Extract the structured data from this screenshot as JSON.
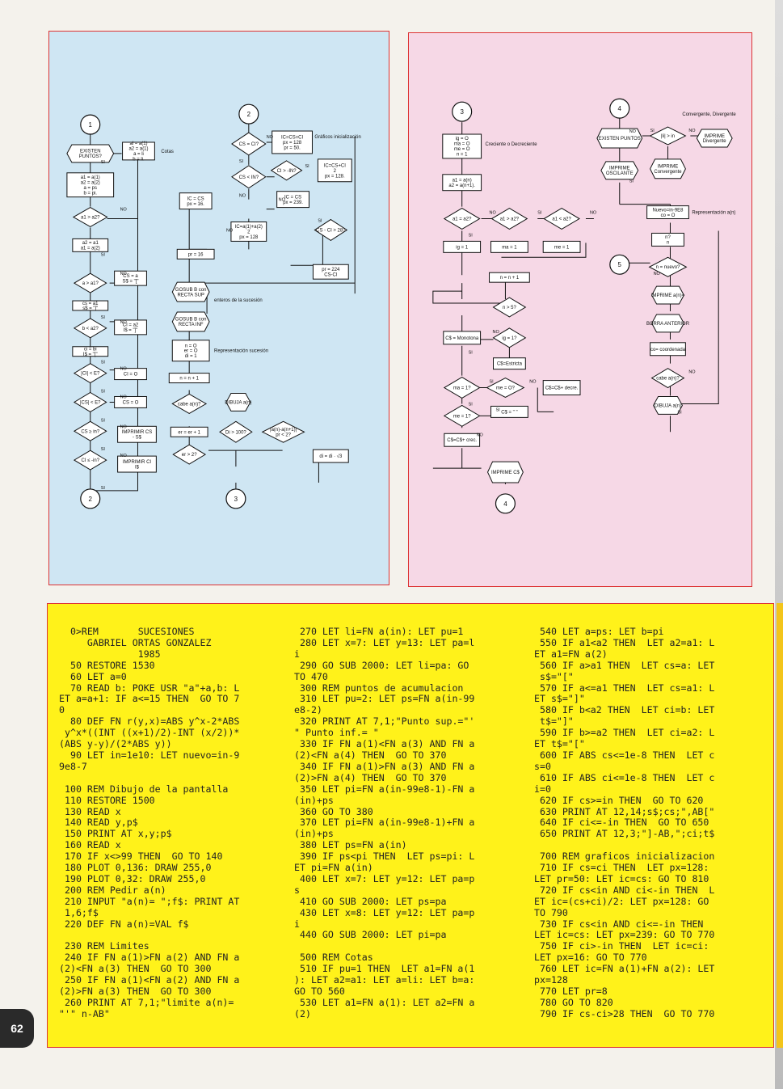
{
  "page_number": "62",
  "flowchart_left": {
    "connectors": [
      "1",
      "2",
      "2",
      "3"
    ],
    "nodes": [
      {
        "t": "EXISTEN PUNTOS?"
      },
      {
        "t": "al = a(1); a2 = a(1); a = li; b = li."
      },
      {
        "t": "Cotas"
      },
      {
        "t": "a1 = a(1); a2 = a(2); a = ps; b = pi."
      },
      {
        "t": "a1 > a2?"
      },
      {
        "t": "a2 = a1; a1 = a(2)"
      },
      {
        "t": "a > a1?"
      },
      {
        "t": "CS = a; S$ = \"[\""
      },
      {
        "t": "cs = a1; s$ = \"]\""
      },
      {
        "t": "b < a2?"
      },
      {
        "t": "CI = a2; I$ = \"]\""
      },
      {
        "t": "ci = bi; I$ = \"[\""
      },
      {
        "t": "|CI| < E?"
      },
      {
        "t": "CI = O"
      },
      {
        "t": "|CS| < E?"
      },
      {
        "t": "CS = O"
      },
      {
        "t": "CS ≥ in?"
      },
      {
        "t": "IMPRIMIR CS - S$"
      },
      {
        "t": "CI ≤ -in?"
      },
      {
        "t": "IMPRIMIR CI; I$"
      },
      {
        "t": "CS = CI?"
      },
      {
        "t": "IC=CS=CI; px = 128; pr = 50."
      },
      {
        "t": "Gráficos inicialización"
      },
      {
        "t": "CS < IN?"
      },
      {
        "t": "CI > -IN?"
      },
      {
        "t": "IC=CS+CI / 2; px = 128."
      },
      {
        "t": "IC = CS; px = 16."
      },
      {
        "t": "IC = CS; px = 239."
      },
      {
        "t": "IC=a(1)+a(2) / 2; px = 128"
      },
      {
        "t": "CS - CI > 28?"
      },
      {
        "t": "pr = 16"
      },
      {
        "t": "pr = 224 / CS-CI"
      },
      {
        "t": "GOSUB B con RECTA SUP"
      },
      {
        "t": "enteros de la sucesión"
      },
      {
        "t": "GOSUB B con RECTA INF"
      },
      {
        "t": "n = O; er = O; di = 1"
      },
      {
        "t": "Representación sucesión"
      },
      {
        "t": "n = n + 1"
      },
      {
        "t": "cabe a(n)?"
      },
      {
        "t": "DIBUJA a(n)"
      },
      {
        "t": "er = er + 1"
      },
      {
        "t": "Di > 100?"
      },
      {
        "t": "|a(n)-a(n+1)| / pr < 2?"
      },
      {
        "t": "di = di · √3"
      },
      {
        "t": "er > 2?"
      }
    ],
    "yes": "SI",
    "no": "NO"
  },
  "flowchart_right": {
    "connectors": [
      "3",
      "4",
      "4",
      "5"
    ],
    "nodes": [
      {
        "t": "ig = O; ma = O; me = O; n = 1"
      },
      {
        "t": "Creciente o Decreciente"
      },
      {
        "t": "a1 = a(n); a2 = a(n+1)."
      },
      {
        "t": "a1 = a2?"
      },
      {
        "t": "a1 > a2?"
      },
      {
        "t": "a1 < a2?"
      },
      {
        "t": "ig = 1"
      },
      {
        "t": "ma = 1"
      },
      {
        "t": "me = 1"
      },
      {
        "t": "n = n + 1"
      },
      {
        "t": "n > 5?"
      },
      {
        "t": "C$ = Monotona"
      },
      {
        "t": "ig = 1?"
      },
      {
        "t": "C$=Estricta"
      },
      {
        "t": "ma = 1?"
      },
      {
        "t": "me = O?"
      },
      {
        "t": "C$=C$+ decre."
      },
      {
        "t": "me = 1?"
      },
      {
        "t": "C$ = \" \""
      },
      {
        "t": "C$=C$+ crec."
      },
      {
        "t": "IMPRIME C$"
      },
      {
        "t": "EXISTEN PUNTOS"
      },
      {
        "t": "|li| > in"
      },
      {
        "t": "IMPRIME Divergente"
      },
      {
        "t": "Convergente, Divergente"
      },
      {
        "t": "IMPRIME OSCILANTE"
      },
      {
        "t": "IMPRIME Convergente"
      },
      {
        "t": "Nuevo=in-9E8; co = O"
      },
      {
        "t": "Representación a(n)"
      },
      {
        "t": "n? ; n"
      },
      {
        "t": "n = nuevo?"
      },
      {
        "t": "IMPRIME a(n)="
      },
      {
        "t": "BORRA ANTERIOR"
      },
      {
        "t": "co= coordenada"
      },
      {
        "t": "cabe a(n)?"
      },
      {
        "t": "DIBUJA a(n)"
      }
    ],
    "yes": "SI",
    "no": "NO"
  },
  "listing": {
    "col1": [
      "  0>REM       SUCESIONES",
      "     GABRIEL ORTAS GONZALEZ",
      "              1985",
      "  50 RESTORE 1530",
      "  60 LET a=0",
      "  70 READ b: POKE USR \"a\"+a,b: L",
      "ET a=a+1: IF a<=15 THEN  GO TO 7",
      "0",
      "  80 DEF FN r(y,x)=ABS y^x-2*ABS",
      " y^x*((INT ((x+1)/2)-INT (x/2))*",
      "(ABS y-y)/(2*ABS y))",
      "  90 LET in=1e10: LET nuevo=in-9",
      "9e8-7",
      "",
      " 100 REM Dibujo de la pantalla",
      " 110 RESTORE 1500",
      " 130 READ x",
      " 140 READ y,p$",
      " 150 PRINT AT x,y;p$",
      " 160 READ x",
      " 170 IF x<>99 THEN  GO TO 140",
      " 180 PLOT 0,136: DRAW 255,0",
      " 190 PLOT 0,32: DRAW 255,0",
      " 200 REM Pedir a(n)",
      " 210 INPUT \"a(n)= \";f$: PRINT AT",
      " 1,6;f$",
      " 220 DEF FN a(n)=VAL f$",
      "",
      " 230 REM Limites",
      " 240 IF FN a(1)>FN a(2) AND FN a",
      "(2)<FN a(3) THEN  GO TO 300",
      " 250 IF FN a(1)<FN a(2) AND FN a",
      "(2)>FN a(3) THEN  GO TO 300",
      " 260 PRINT AT 7,1;\"limite a(n)=",
      "\"'\" n-AB\""
    ],
    "col2": [
      " 270 LET li=FN a(in): LET pu=1",
      " 280 LET x=7: LET y=13: LET pa=l",
      "i",
      " 290 GO SUB 2000: LET li=pa: GO",
      "TO 470",
      " 300 REM puntos de acumulacion",
      " 310 LET pu=2: LET ps=FN a(in-99",
      "e8-2)",
      " 320 PRINT AT 7,1;\"Punto sup.=\"'",
      "\" Punto inf.= \"",
      " 330 IF FN a(1)<FN a(3) AND FN a",
      "(2)<FN a(4) THEN  GO TO 370",
      " 340 IF FN a(1)>FN a(3) AND FN a",
      "(2)>FN a(4) THEN  GO TO 370",
      " 350 LET pi=FN a(in-99e8-1)-FN a",
      "(in)+ps",
      " 360 GO TO 380",
      " 370 LET pi=FN a(in-99e8-1)+FN a",
      "(in)+ps",
      " 380 LET ps=FN a(in)",
      " 390 IF ps<pi THEN  LET ps=pi: L",
      "ET pi=FN a(in)",
      " 400 LET x=7: LET y=12: LET pa=p",
      "s",
      " 410 GO SUB 2000: LET ps=pa",
      " 430 LET x=8: LET y=12: LET pa=p",
      "i",
      " 440 GO SUB 2000: LET pi=pa",
      "",
      " 500 REM Cotas",
      " 510 IF pu=1 THEN  LET a1=FN a(1",
      "): LET a2=a1: LET a=li: LET b=a:",
      "GO TO 560",
      " 530 LET a1=FN a(1): LET a2=FN a",
      "(2)"
    ],
    "col3": [
      " 540 LET a=ps: LET b=pi",
      " 550 IF a1<a2 THEN  LET a2=a1: L",
      "ET a1=FN a(2)",
      " 560 IF a>a1 THEN  LET cs=a: LET",
      " s$=\"[\"",
      " 570 IF a<=a1 THEN  LET cs=a1: L",
      "ET s$=\"]\"",
      " 580 IF b<a2 THEN  LET ci=b: LET",
      " t$=\"]\"",
      " 590 IF b>=a2 THEN  LET ci=a2: L",
      "ET t$=\"[\"",
      " 600 IF ABS cs<=1e-8 THEN  LET c",
      "s=0",
      " 610 IF ABS ci<=1e-8 THEN  LET c",
      "i=0",
      " 620 IF cs>=in THEN  GO TO 620",
      " 630 PRINT AT 12,14;s$;cs;\",AB[\"",
      " 640 IF ci<=-in THEN  GO TO 650",
      " 650 PRINT AT 12,3;\"]-AB,\";ci;t$",
      "",
      " 700 REM graficos inicializacion",
      " 710 IF cs=ci THEN  LET px=128:",
      "LET pr=50: LET ic=cs: GO TO 810",
      " 720 IF cs<in AND ci<-in THEN  L",
      "ET ic=(cs+ci)/2: LET px=128: GO",
      "TO 790",
      " 730 IF cs<in AND ci<=-in THEN",
      "LET ic=cs: LET px=239: GO TO 770",
      " 750 IF ci>-in THEN  LET ic=ci:",
      "LET px=16: GO TO 770",
      " 760 LET ic=FN a(1)+FN a(2): LET",
      "px=128",
      " 770 LET pr=8",
      " 780 GO TO 820",
      " 790 IF cs-ci>28 THEN  GO TO 770"
    ]
  }
}
